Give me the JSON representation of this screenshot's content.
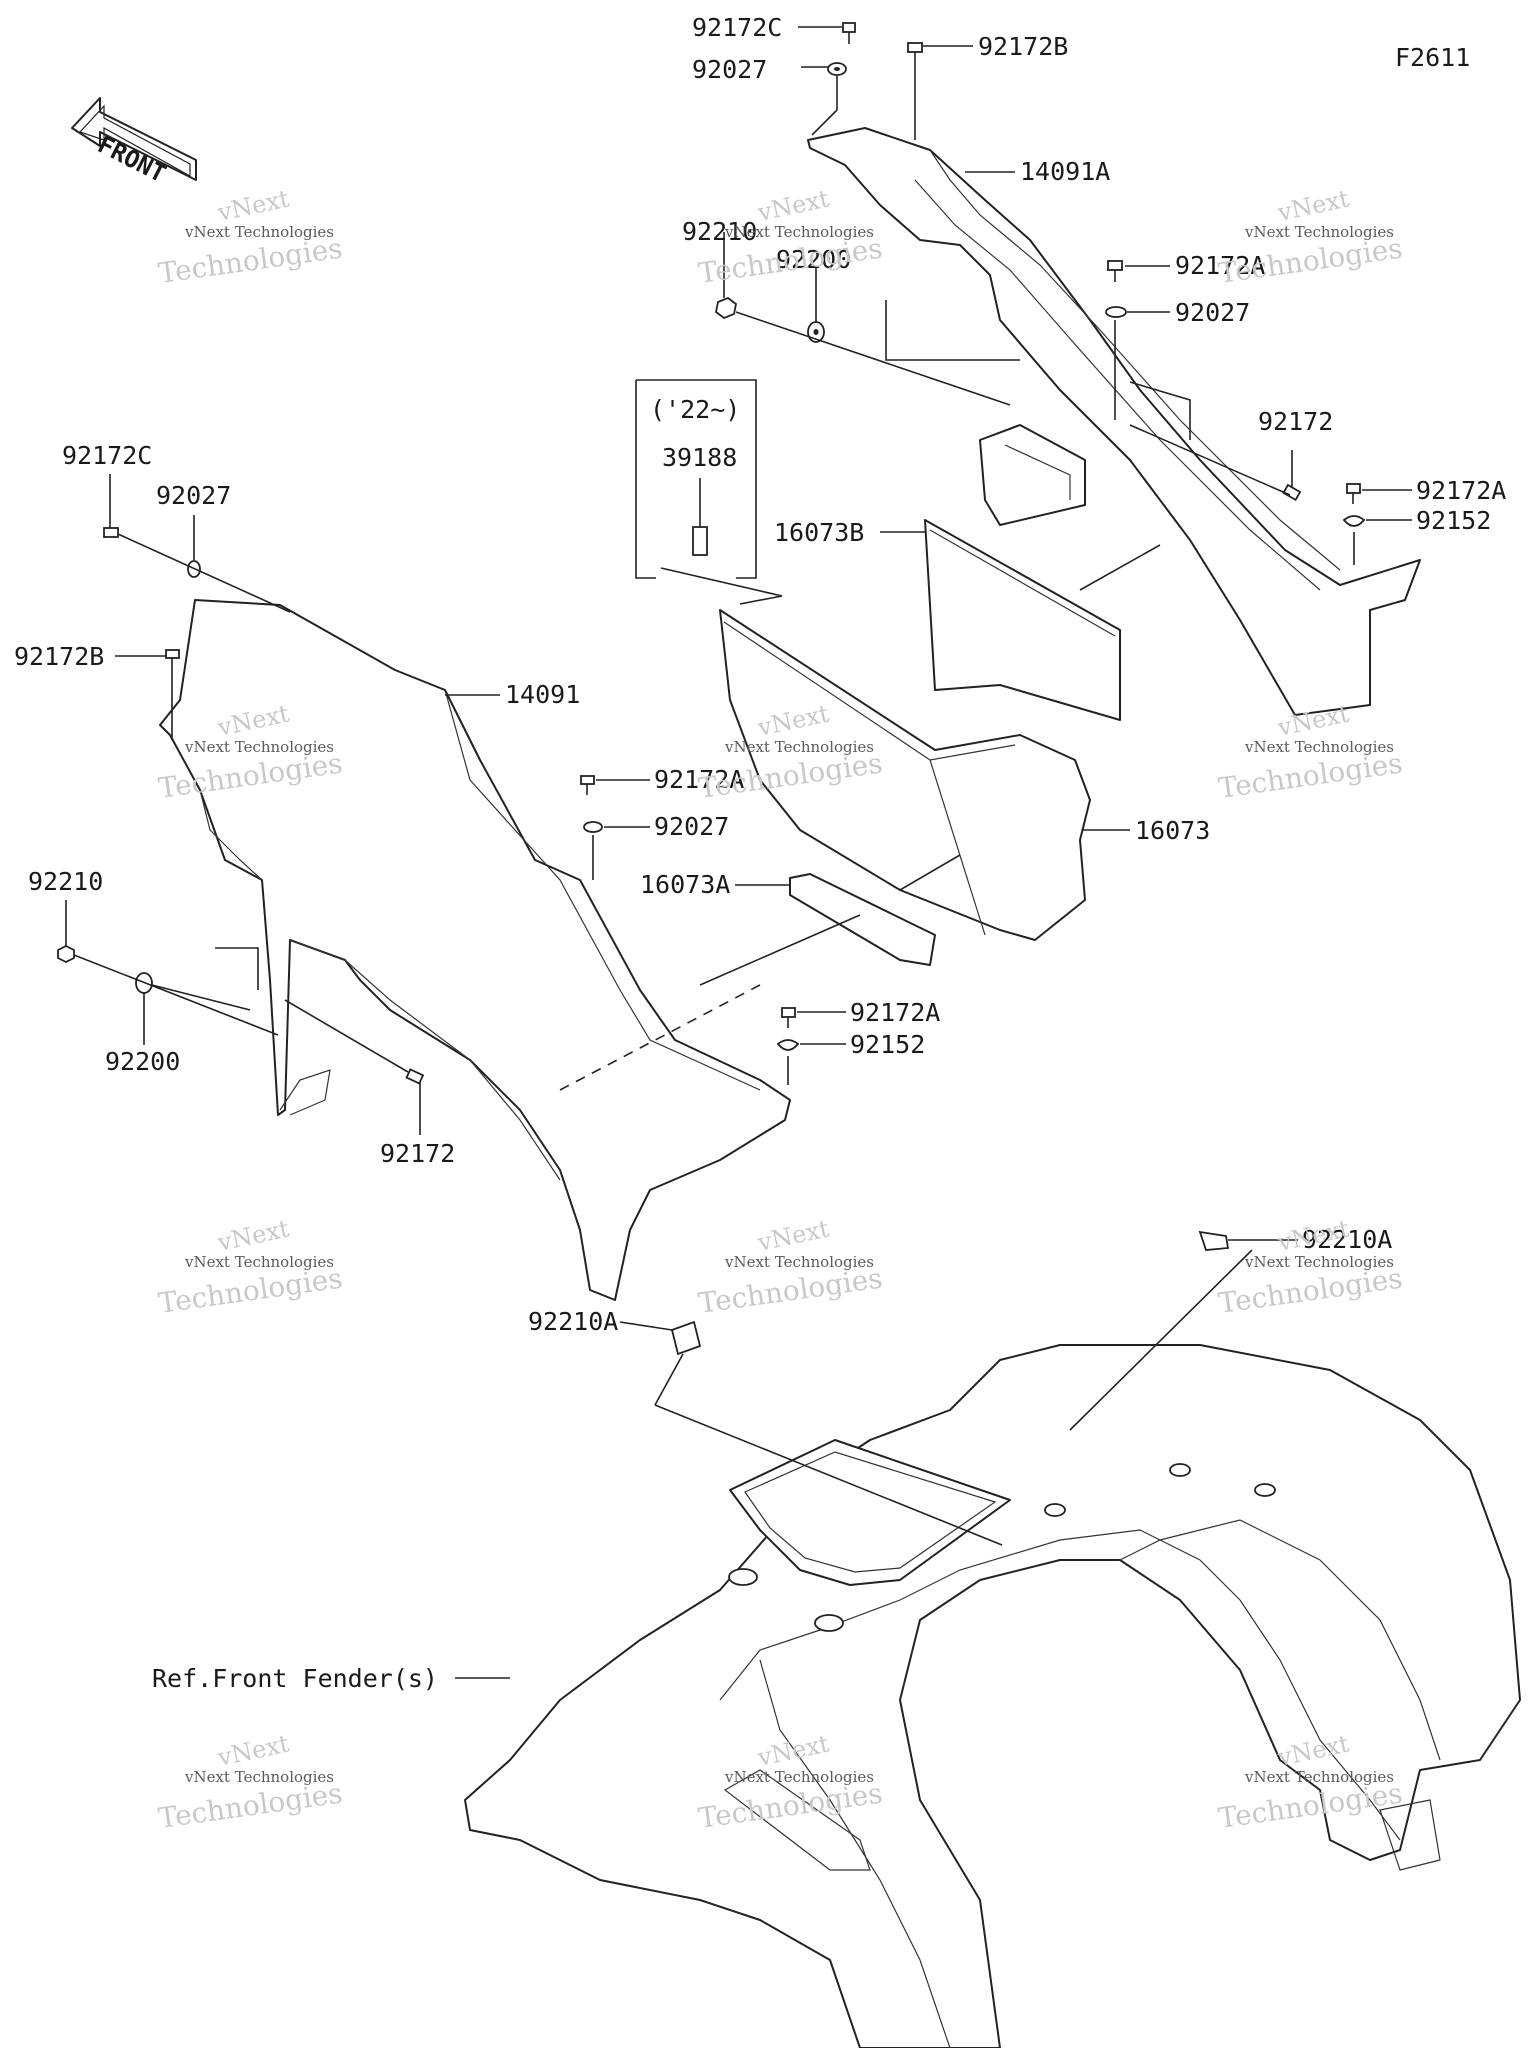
{
  "figure_code": "F2611",
  "direction_arrow": "FRONT",
  "watermark": {
    "brand": "vNext",
    "name": "Technologies",
    "full": "vNext Technologies"
  },
  "year_box": {
    "years": "('22~)",
    "part": "39188"
  },
  "reference": "Ref.Front Fender(s)",
  "upper_right": {
    "screw_c": "92172C",
    "washer": "92027",
    "screw_b": "92172B",
    "cover": "14091A",
    "nut": "92210",
    "washer_b": "92200",
    "screw_a": "92172A",
    "washer_c": "92027",
    "screw": "92172",
    "screw_a2": "92172A",
    "grommet": "92152",
    "pad": "16073B"
  },
  "middle": {
    "pad_large": "16073",
    "pad_strip": "16073A",
    "screw_a": "92172A",
    "grommet": "92152"
  },
  "left": {
    "screw_c": "92172C",
    "washer": "92027",
    "screw_b": "92172B",
    "cover": "14091",
    "screw_a": "92172A",
    "washer_b": "92027",
    "nut": "92210",
    "washer_c": "92200",
    "screw": "92172"
  },
  "bottom": {
    "clip_left": "92210A",
    "clip_right": "92210A"
  }
}
